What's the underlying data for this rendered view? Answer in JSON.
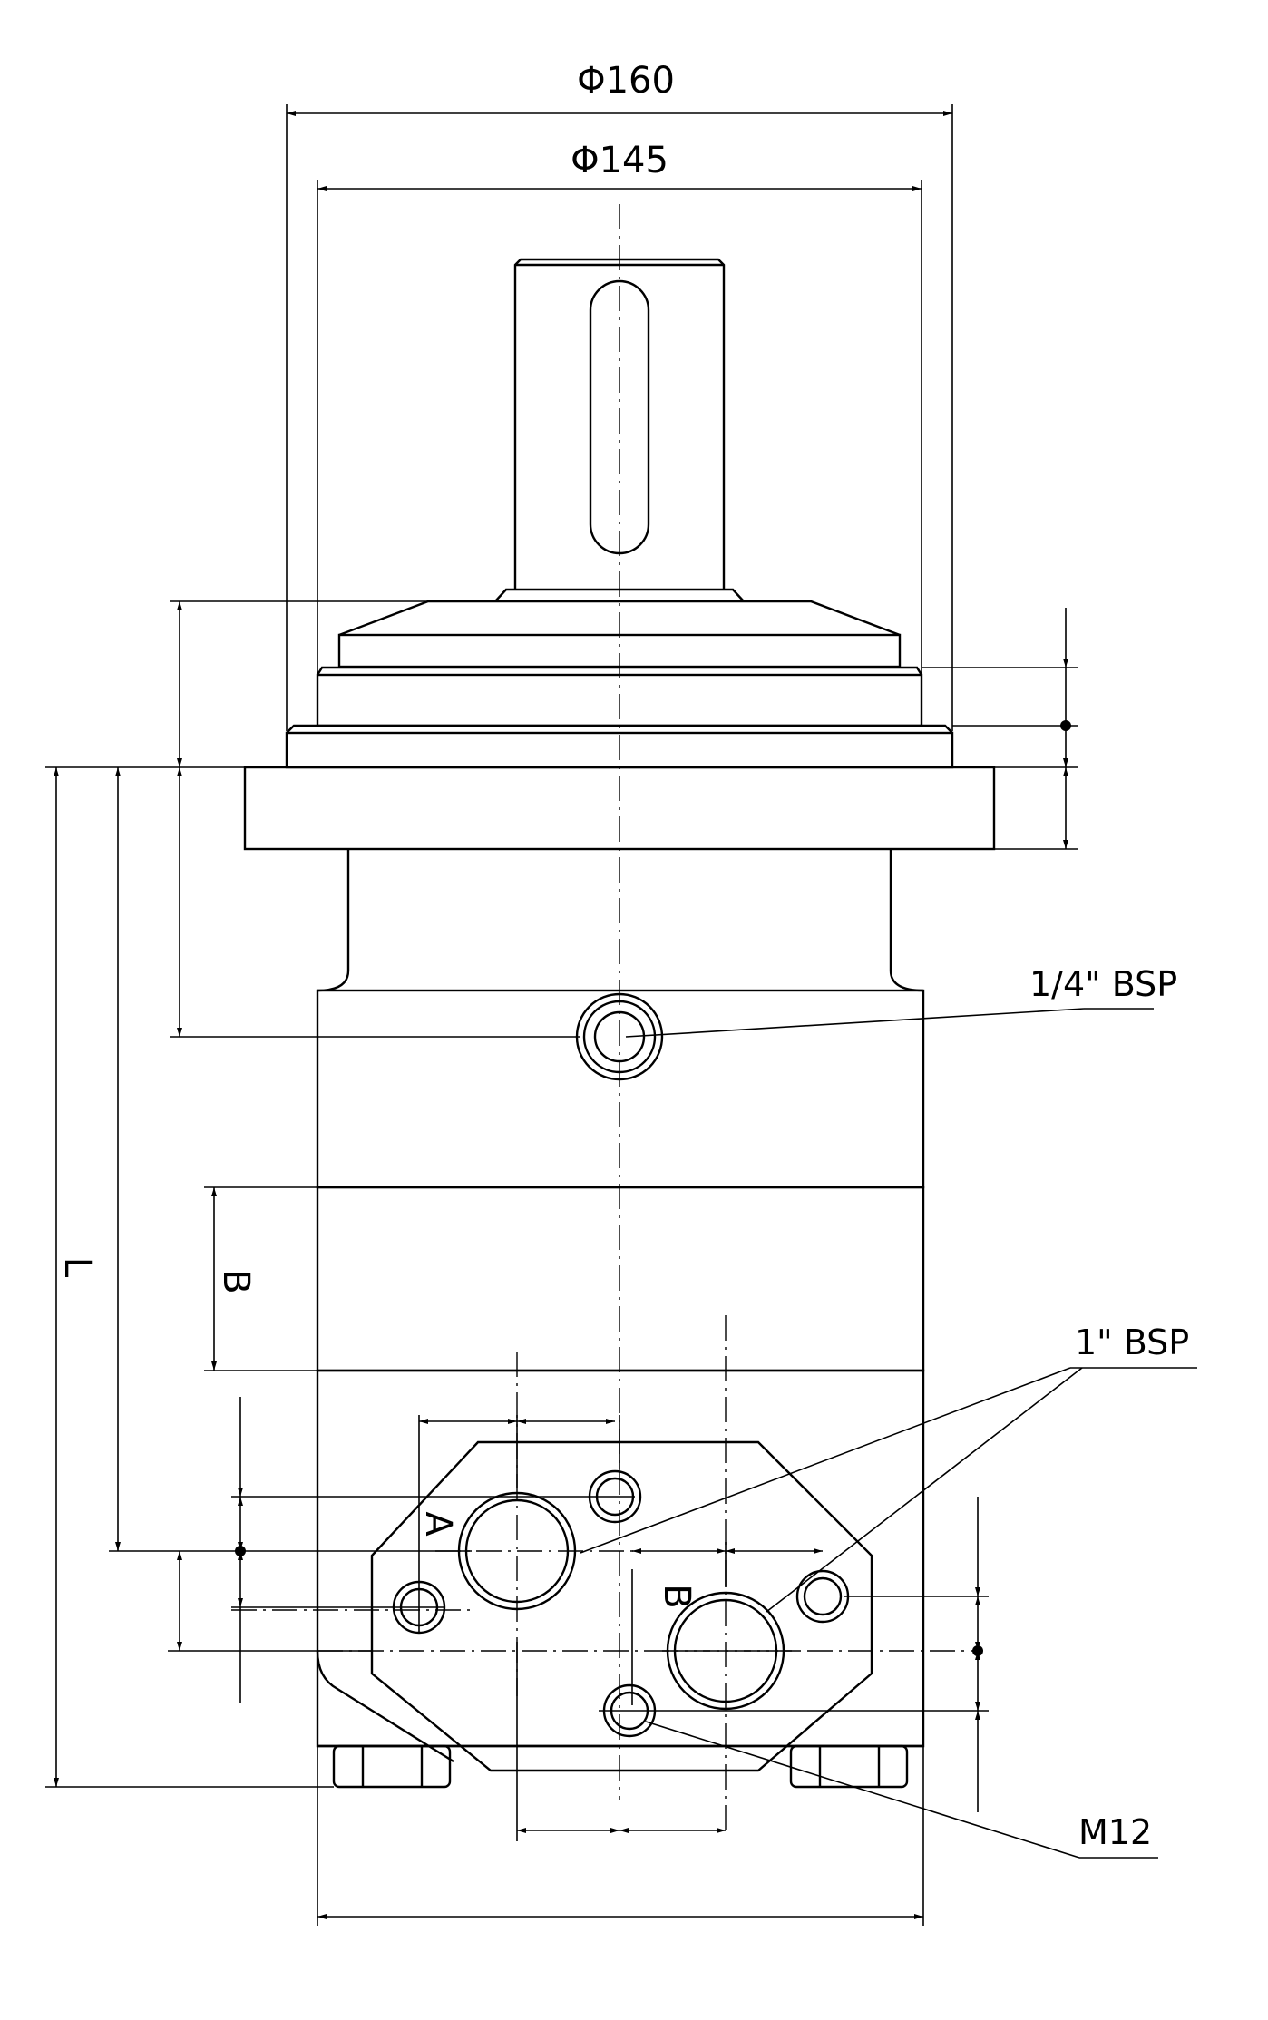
{
  "labels": {
    "dia_160": "Φ160",
    "dia_145": "Φ145",
    "port_small": "1/4\" BSP",
    "port_large": "1\" BSP",
    "thread": "M12",
    "length": "L",
    "width_b": "B",
    "port_a": "A",
    "port_b": "B"
  },
  "colors": {
    "ink": "#000000",
    "paper": "#ffffff"
  }
}
